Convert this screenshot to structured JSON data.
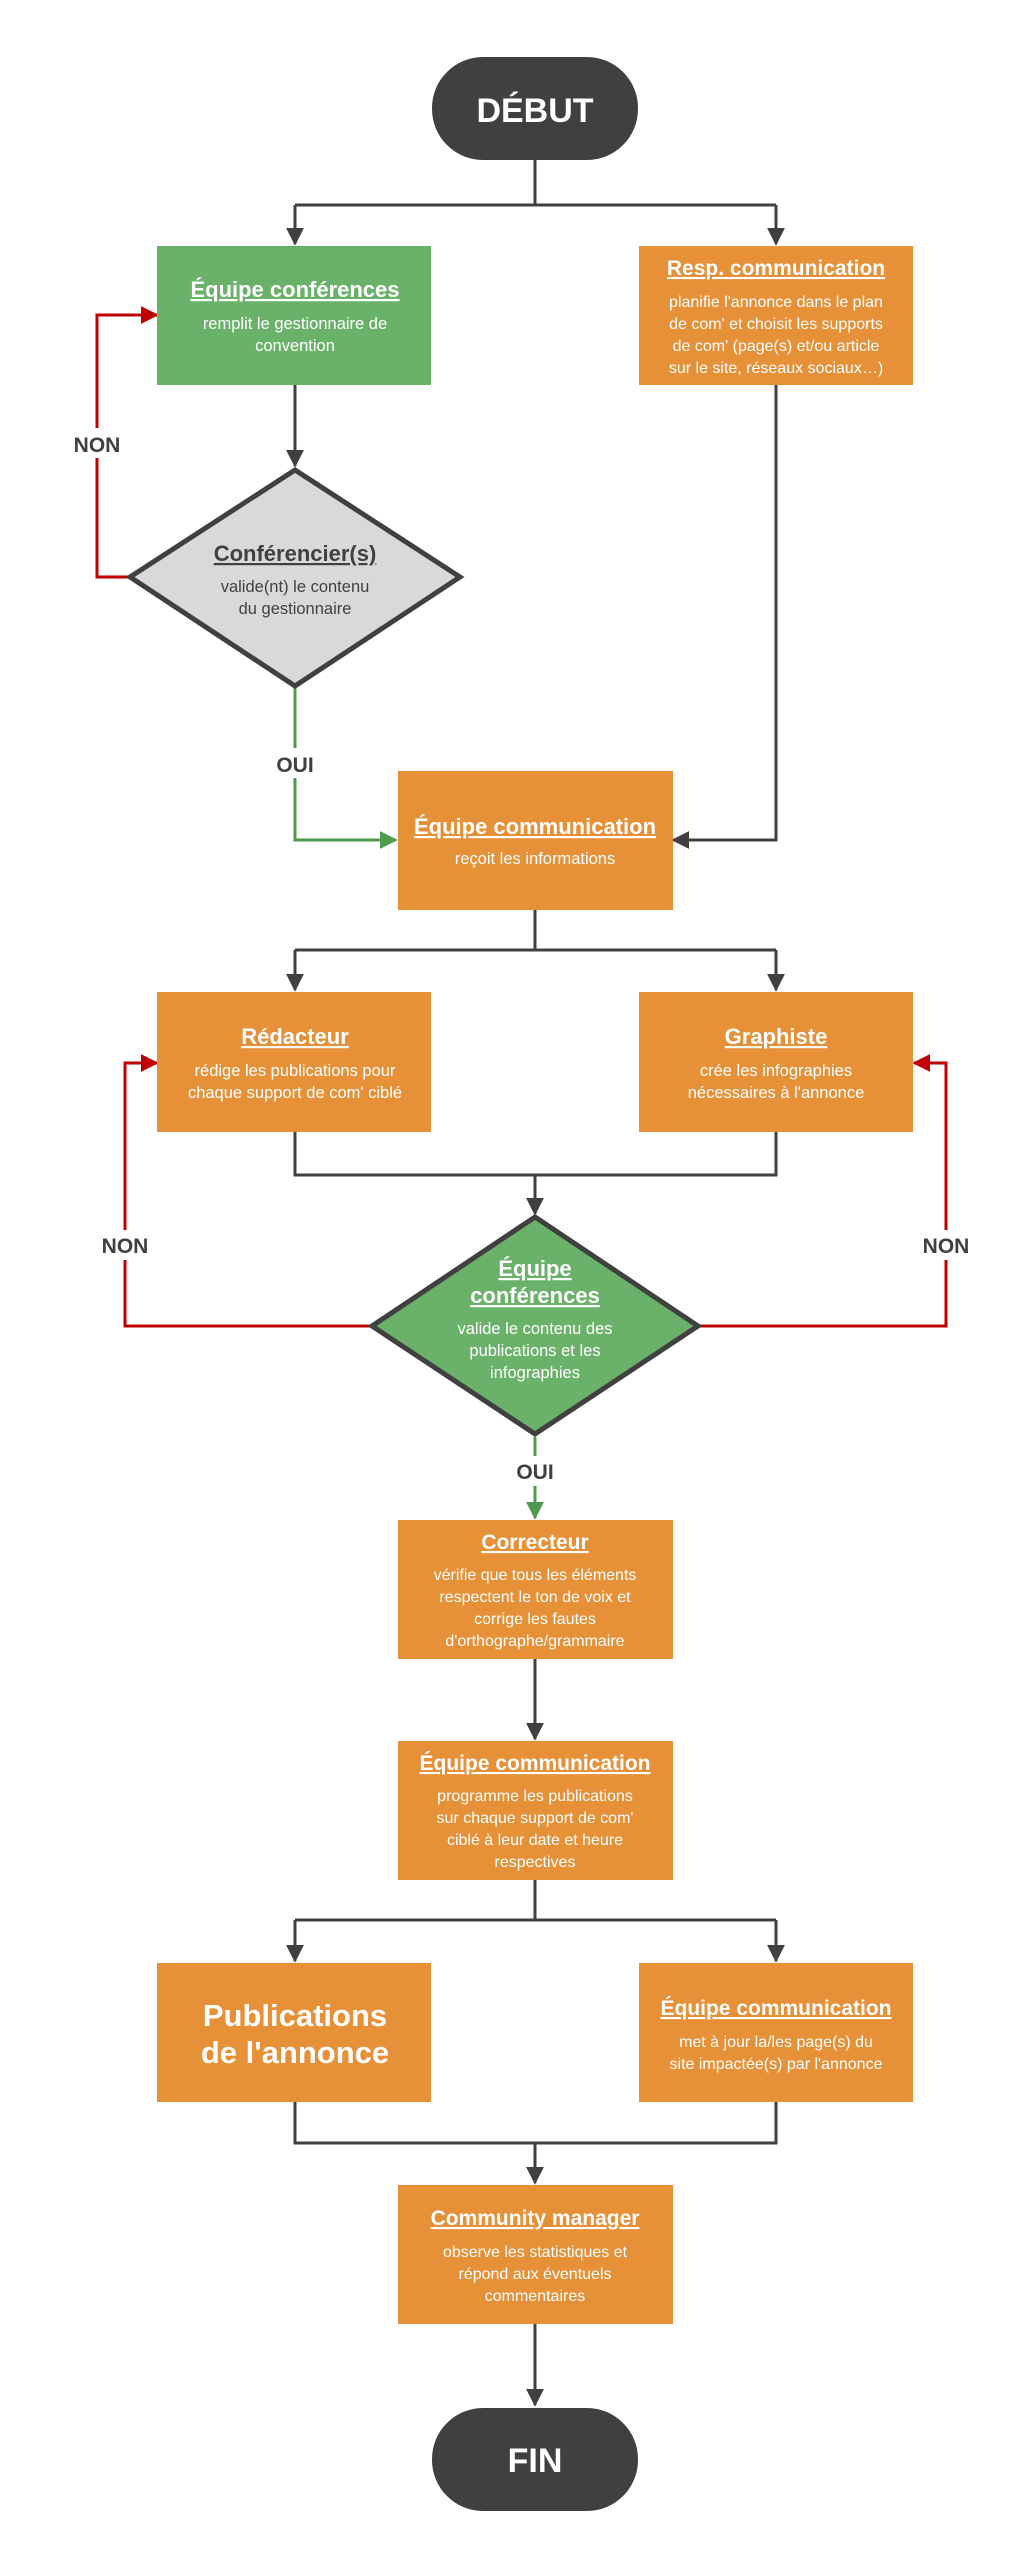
{
  "colors": {
    "green": "#6ab26a",
    "orange": "#e69138",
    "grey_fill": "#d9d9d9",
    "dark": "#404040",
    "red": "#c00000",
    "line_green": "#4e9a4e",
    "white": "#ffffff"
  },
  "flow": {
    "start": {
      "label": "DÉBUT"
    },
    "end": {
      "label": "FIN"
    },
    "equipe_conf_1": {
      "title": "Équipe conférences",
      "lines": [
        "remplit le gestionnaire de",
        "convention"
      ]
    },
    "resp_com": {
      "title": "Resp. communication",
      "lines": [
        "planifie l'annonce dans le plan",
        "de com' et choisit les supports",
        "de com' (page(s) et/ou article",
        "sur le site, réseaux sociaux…)"
      ]
    },
    "conferenciers": {
      "title": "Conférencier(s)",
      "lines": [
        "valide(nt) le contenu",
        "du gestionnaire"
      ]
    },
    "equipe_com_1": {
      "title": "Équipe communication",
      "lines": [
        "reçoit les informations"
      ]
    },
    "redacteur": {
      "title": "Rédacteur",
      "lines": [
        "rédige les publications pour",
        "chaque support de com' ciblé"
      ]
    },
    "graphiste": {
      "title": "Graphiste",
      "lines": [
        "crée les infographies",
        "nécessaires à l'annonce"
      ]
    },
    "equipe_conf_2": {
      "title_lines": [
        "Équipe",
        "conférences"
      ],
      "lines": [
        "valide le contenu des",
        "publications et les",
        "infographies"
      ]
    },
    "correcteur": {
      "title": "Correcteur",
      "lines": [
        "vérifie que tous les éléments",
        "respectent le ton de voix et",
        "corrige les fautes",
        "d'orthographe/grammaire"
      ]
    },
    "equipe_com_2": {
      "title": "Équipe communication",
      "lines": [
        "programme les publications",
        "sur chaque support de com'",
        "ciblé à leur date et heure",
        "respectives"
      ]
    },
    "publications": {
      "lines": [
        "Publications",
        "de l'annonce"
      ]
    },
    "equipe_com_3": {
      "title": "Équipe communication",
      "lines": [
        "met à jour la/les page(s) du",
        "site impactée(s) par l'annonce"
      ]
    },
    "community": {
      "title": "Community manager",
      "lines": [
        "observe les statistiques et",
        "répond aux éventuels",
        "commentaires"
      ]
    }
  },
  "labels": {
    "non_1": "NON",
    "oui_1": "OUI",
    "non_left": "NON",
    "non_right": "NON",
    "oui_2": "OUI"
  }
}
